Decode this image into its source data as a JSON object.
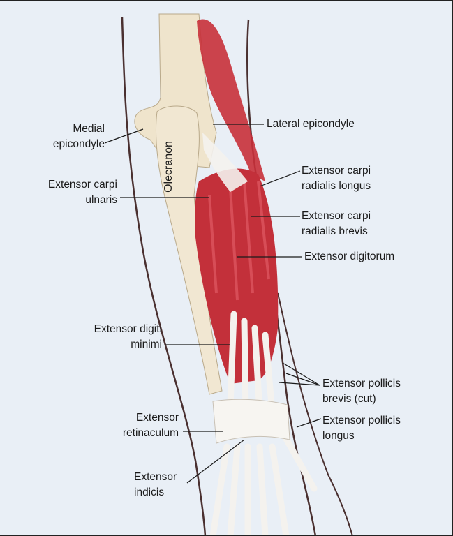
{
  "colors": {
    "background": "#e9eff6",
    "bone": "#efe4cc",
    "muscle": "#c8303a",
    "tendon": "#f4f2ee",
    "outline": "#3a2a2a"
  },
  "labels": {
    "medial_epicondyle": [
      "Medial",
      "epicondyle"
    ],
    "olecranon": "Olecranon",
    "lateral_epicondyle": "Lateral epicondyle",
    "ecr_longus": [
      "Extensor carpi",
      "radialis longus"
    ],
    "ec_ulnaris": [
      "Extensor carpi",
      "ulnaris"
    ],
    "ecr_brevis": [
      "Extensor carpi",
      "radialis brevis"
    ],
    "ext_digitorum": "Extensor digitorum",
    "ext_digiti_minimi": [
      "Extensor digiti",
      "minimi"
    ],
    "epb": [
      "Extensor pollicis",
      "brevis (cut)"
    ],
    "epl": [
      "Extensor pollicis",
      "longus"
    ],
    "retinaculum": [
      "Extensor",
      "retinaculum"
    ],
    "indicis": [
      "Extensor",
      "indicis"
    ]
  }
}
